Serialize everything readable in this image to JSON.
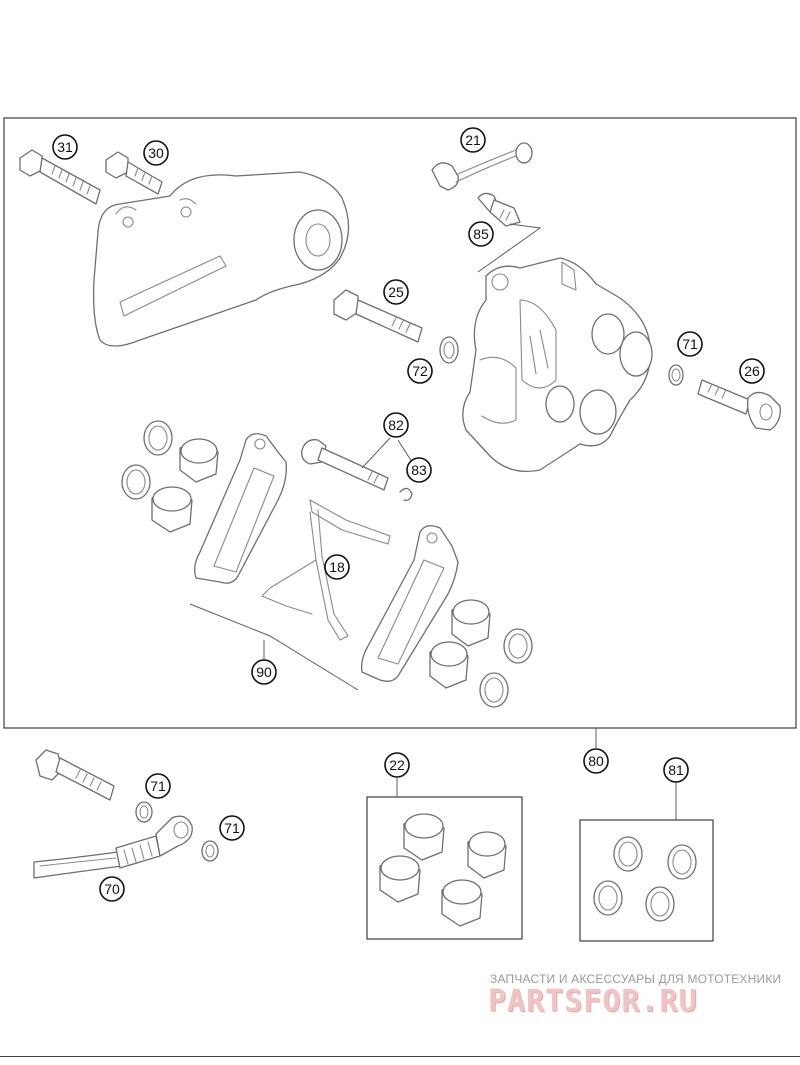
{
  "callouts": {
    "c31": "31",
    "c30": "30",
    "c21": "21",
    "c85": "85",
    "c25": "25",
    "c72": "72",
    "c71a": "71",
    "c26": "26",
    "c82": "82",
    "c83": "83",
    "c18": "18",
    "c90": "90",
    "c80": "80",
    "c71b": "71",
    "c71c": "71",
    "c70": "70",
    "c22": "22",
    "c81": "81"
  },
  "watermark": {
    "tagline": "ЗАПЧАСТИ И АКСЕССУАРЫ ДЛЯ МОТОТЕХНИКИ",
    "logo": "PARTSFOR.RU"
  },
  "colors": {
    "line": "#6f6f6f",
    "callout": "#111111",
    "watermark": "#f1c3c3"
  }
}
